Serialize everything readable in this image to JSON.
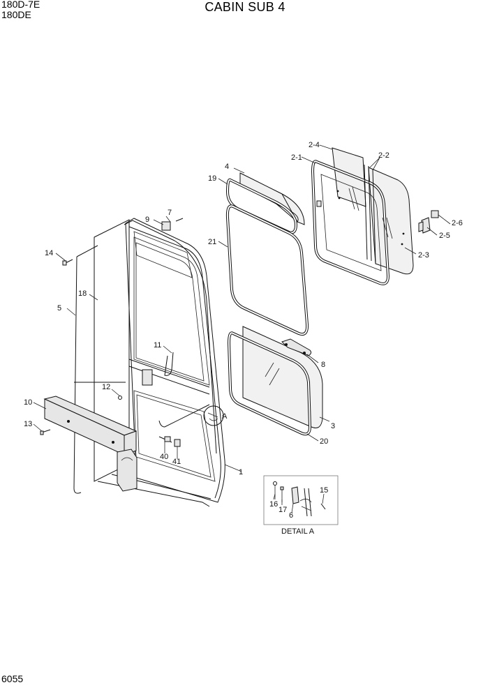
{
  "header": {
    "model_line1": "180D-7E",
    "model_line2": "180DE",
    "title": "CABIN SUB 4"
  },
  "footer": {
    "page_number": "6055"
  },
  "detail": {
    "caption": "DETAIL A",
    "marker": "A"
  },
  "callouts": {
    "c1": "1",
    "c2_1": "2-1",
    "c2_2": "2-2",
    "c2_3": "2-3",
    "c2_4": "2-4",
    "c2_5": "2-5",
    "c2_6": "2-6",
    "c3": "3",
    "c4": "4",
    "c5": "5",
    "c6": "6",
    "c8": "8",
    "c9": "9",
    "c10": "10",
    "c11": "11",
    "c12": "12",
    "c13": "13",
    "c14": "14",
    "c15": "15",
    "c16": "16",
    "c17": "17",
    "c18": "18",
    "c19": "19",
    "c20": "20",
    "c21": "21",
    "c40": "40",
    "c41": "41",
    "c7": "7"
  }
}
